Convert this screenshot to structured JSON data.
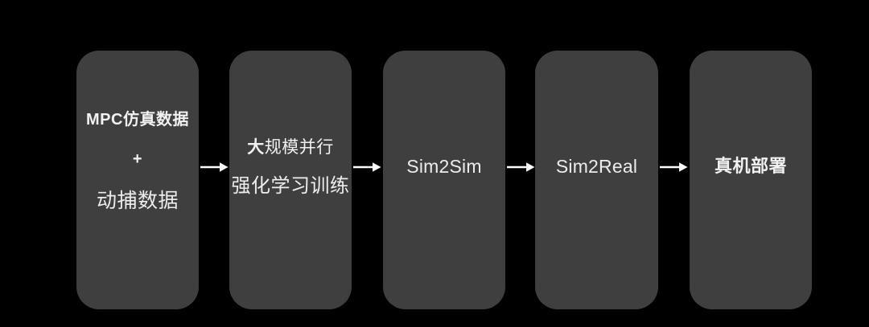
{
  "diagram": {
    "type": "flow",
    "colors": {
      "background": "#000000",
      "box_fill": "#3f3f3f",
      "text": "#f1f1f1",
      "arrow": "#ffffff"
    },
    "boxes": [
      {
        "name": "training-data",
        "line1": "MPC仿真数据",
        "line2": "+",
        "line3": "动捕数据"
      },
      {
        "name": "rl-training",
        "line1_bold": "大",
        "line1_rest": "规模并行",
        "line2": "强化学习训练"
      },
      {
        "name": "sim2sim",
        "line1": "Sim2Sim"
      },
      {
        "name": "sim2real",
        "line1": "Sim2Real"
      },
      {
        "name": "deployment",
        "line1": "真机部署"
      }
    ],
    "arrow_count": 4,
    "flow_order": "MPC仿真数据+动捕数据 → 大规模并行强化学习训练 → Sim2Sim → Sim2Real → 真机部署"
  }
}
